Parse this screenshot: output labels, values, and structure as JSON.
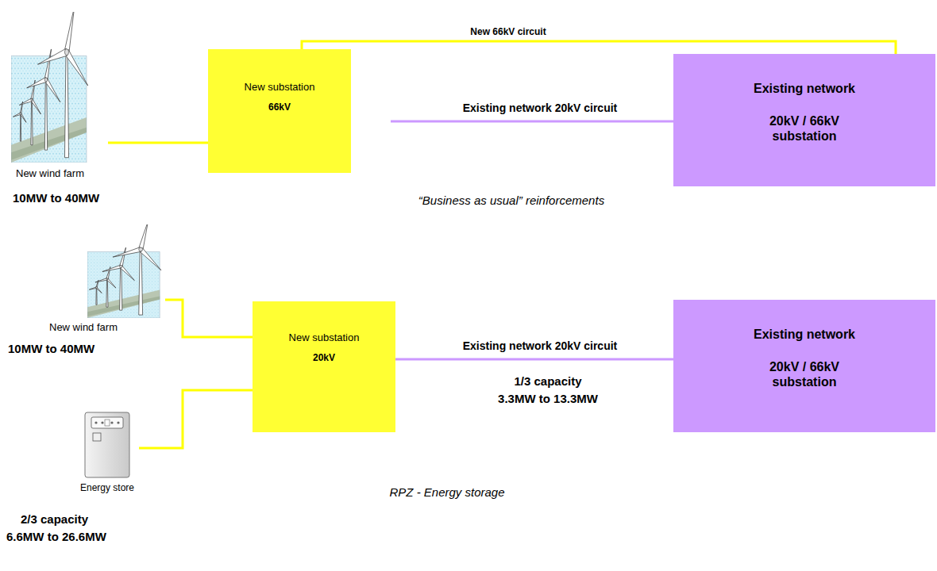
{
  "diagram": {
    "nodes": [
      {
        "text": [
          "New wind farm",
          "10MW to 40MW"
        ]
      },
      {
        "text": [
          "New substation",
          "66kV"
        ]
      },
      {
        "text": [
          "Existing network",
          "20kV / 66kV substation"
        ]
      },
      {
        "text": [
          "New wind farm",
          "10MW to 40MW"
        ]
      },
      {
        "text": [
          "Energy store",
          "2/3 capacity",
          "6.6MW to 26.6MW"
        ]
      },
      {
        "text": [
          "New substation",
          "20kV"
        ]
      },
      {
        "text": [
          "Existing network",
          "20kV / 66kV substation"
        ]
      }
    ],
    "edges": [
      {
        "from": 0,
        "to": 1,
        "arrow": "none"
      },
      {
        "from": 1,
        "to": 2,
        "label": "New 66kV circuit",
        "arrow": "none"
      },
      {
        "from": 3,
        "to": 5,
        "arrow": "none"
      },
      {
        "from": 4,
        "to": 5,
        "arrow": "none"
      },
      {
        "from": 5,
        "to": 6,
        "label": "Existing network 20kV circuit",
        "arrow": "none"
      }
    ],
    "labels": [
      "Existing network 20kV circuit",
      "“Business as usual” reinforcements",
      "1/3 capacity",
      "3.3MW to 13.3MW",
      "RPZ - Energy storage"
    ]
  }
}
